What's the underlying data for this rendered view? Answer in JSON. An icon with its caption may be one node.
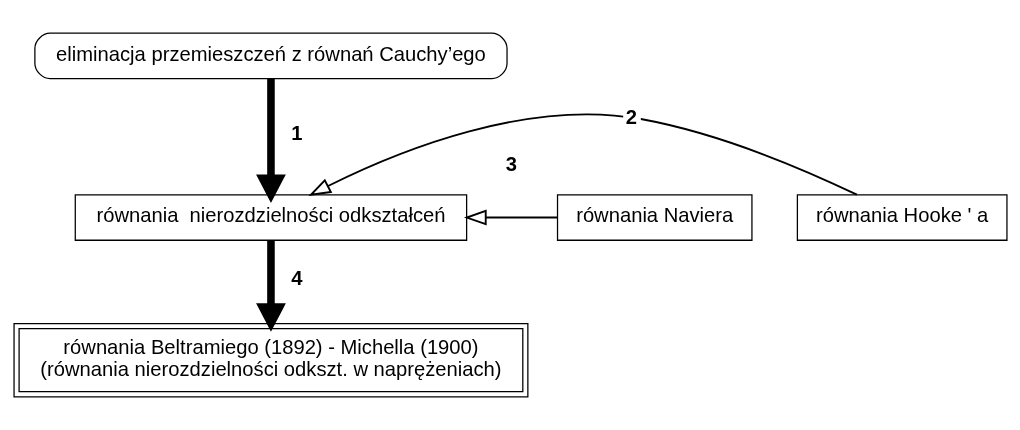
{
  "diagram": {
    "nodes": [
      {
        "text": [
          "eliminacja przemieszczeń z równań Cauchy’ego"
        ]
      },
      {
        "text": [
          "równania  nierozdzielności odkształceń"
        ]
      },
      {
        "text": [
          "równania Hooke ' a"
        ]
      },
      {
        "text": [
          "równania Naviera"
        ]
      },
      {
        "text": [
          "równania Beltramiego (1892) - Michella (1900)",
          "(równania nierozdzielności odkszt. w naprężeniach)"
        ]
      }
    ],
    "edges": [
      {
        "from": 0,
        "to": 1,
        "arrow": "to",
        "label": "1",
        "style": "thick"
      },
      {
        "from": 2,
        "to": 1,
        "arrow": "to",
        "label": "2"
      },
      {
        "from": 3,
        "to": 1,
        "arrow": "to",
        "label": "3"
      },
      {
        "from": 1,
        "to": 4,
        "arrow": "to",
        "label": "4",
        "style": "thick"
      }
    ]
  }
}
